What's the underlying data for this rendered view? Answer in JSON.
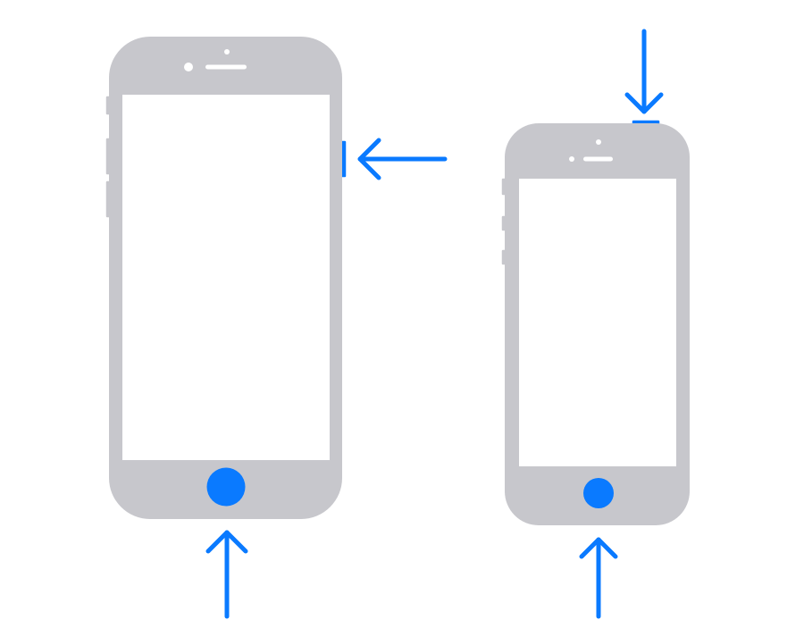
{
  "colors": {
    "device_body": "#c7c7cc",
    "screen": "#ffffff",
    "accent": "#0a7aff",
    "background": "#ffffff"
  },
  "devices": [
    {
      "id": "large-phone",
      "highlighted_buttons": [
        "home-button",
        "side-button"
      ]
    },
    {
      "id": "small-phone",
      "highlighted_buttons": [
        "home-button",
        "top-button"
      ]
    }
  ],
  "icons": [
    "arrow-left-icon",
    "arrow-up-icon",
    "arrow-down-icon"
  ]
}
